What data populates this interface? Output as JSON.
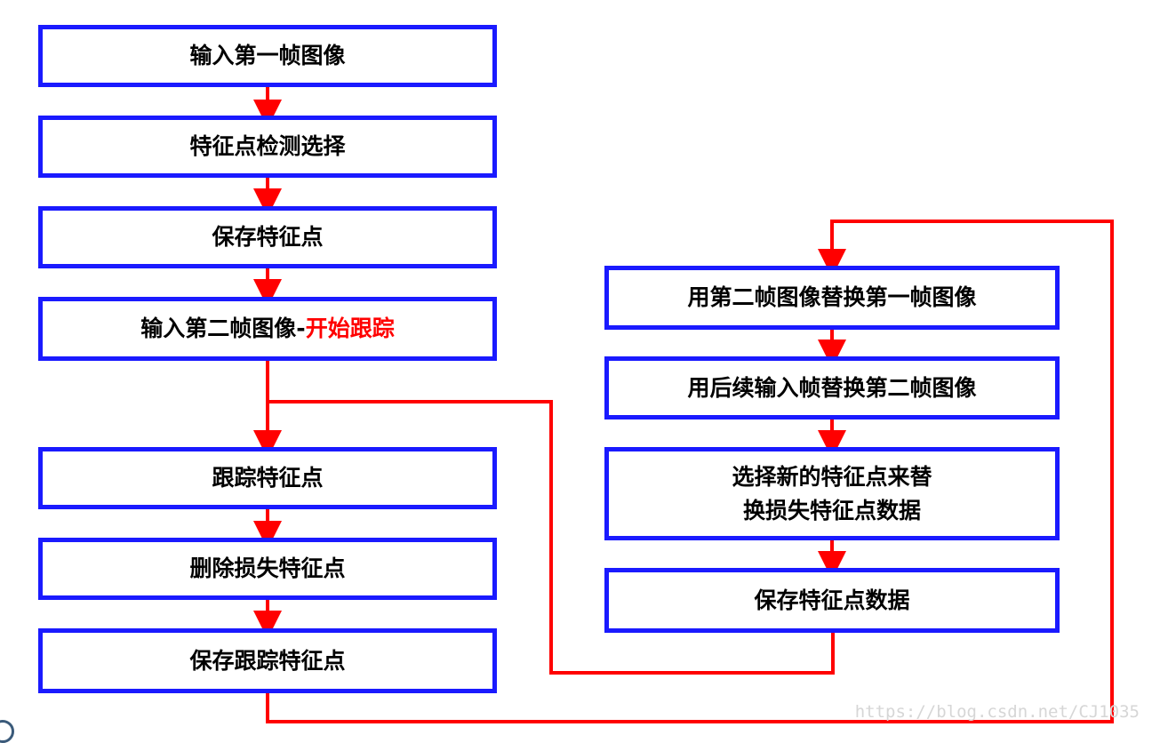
{
  "left_column": {
    "input_first_frame": "输入第一帧图像",
    "detect_select_features": "特征点检测选择",
    "save_features": "保存特征点",
    "input_second_frame": "输入第二帧图像-",
    "start_tracking": "开始跟踪",
    "track_features": "跟踪特征点",
    "delete_lost_features": "删除损失特征点",
    "save_tracked_features": "保存跟踪特征点"
  },
  "right_column": {
    "replace_first_with_second": "用第二帧图像替换第一帧图像",
    "replace_second_with_next": "用后续输入帧替换第二帧图像",
    "select_new_features_line1": "选择新的特征点来替",
    "select_new_features_line2": "换损失特征点数据",
    "save_feature_data": "保存特征点数据"
  },
  "watermark": "https://blog.csdn.net/CJ1035",
  "colors": {
    "box_border": "#1a1aff",
    "arrow": "#ff0000",
    "highlight_text": "#ff0000"
  }
}
